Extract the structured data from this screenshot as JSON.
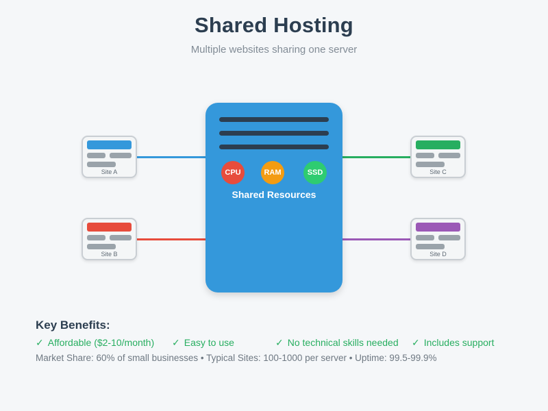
{
  "page": {
    "title": "Shared Hosting",
    "subtitle": "Multiple websites sharing one server",
    "background": "#f5f7f9"
  },
  "server": {
    "label": "Shared Resources",
    "color": "#3498db",
    "slot_color": "#2c3e50",
    "resources": [
      {
        "name": "CPU",
        "color": "#e74c3c"
      },
      {
        "name": "RAM",
        "color": "#f39c12"
      },
      {
        "name": "SSD",
        "color": "#2ecc71"
      }
    ]
  },
  "sites": [
    {
      "label": "Site A",
      "accent": "#3498db",
      "position": "top-left"
    },
    {
      "label": "Site B",
      "accent": "#e74c3c",
      "position": "bottom-left"
    },
    {
      "label": "Site C",
      "accent": "#27ae60",
      "position": "top-right"
    },
    {
      "label": "Site D",
      "accent": "#9b59b6",
      "position": "bottom-right"
    }
  ],
  "benefits": {
    "heading": "Key Benefits:",
    "check": "✓",
    "color": "#27ae60",
    "items": [
      "Affordable ($2-10/month)",
      "Easy to use",
      "No technical skills needed",
      "Includes support"
    ]
  },
  "stats": {
    "line": "Market Share: 60% of small businesses • Typical Sites: 100-1000 per server • Uptime: 99.5-99.9%"
  }
}
